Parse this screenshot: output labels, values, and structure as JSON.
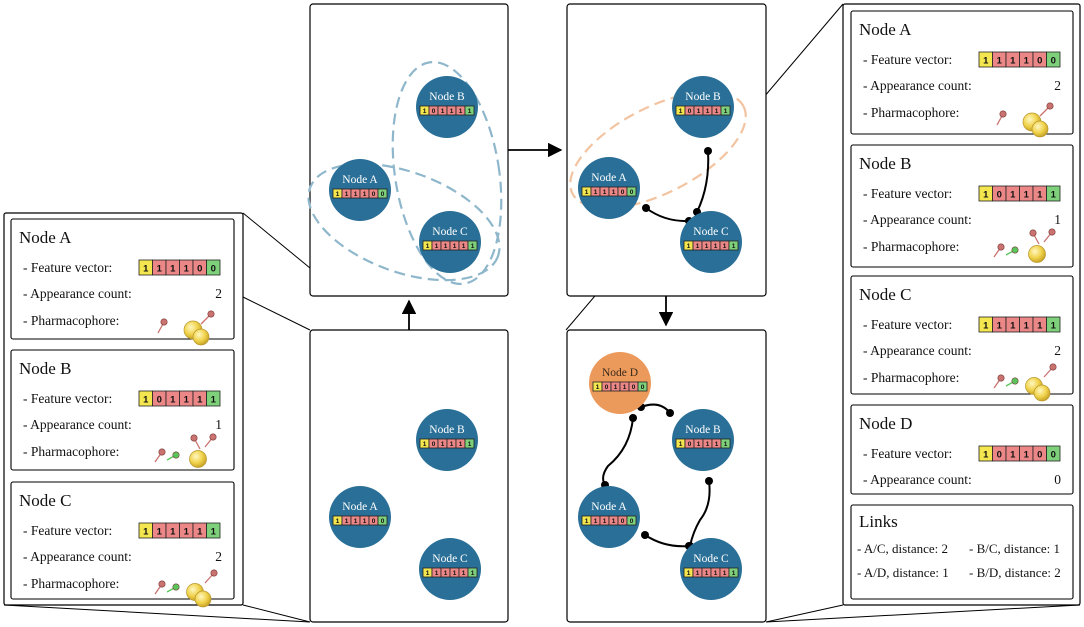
{
  "colors": {
    "node_fill": "#2a6f97",
    "node_d_fill": "#ec9a5c",
    "bit_yellow": "#f4e64e",
    "bit_red": "#ec8787",
    "bit_green": "#7ed17a",
    "cluster_blue": "#8fb7cc",
    "cluster_orange": "#f2c4a1",
    "pharm_red": "#c9726f",
    "pharm_green": "#59c55a",
    "pharm_sphere": "#f0d24a"
  },
  "labels": {
    "feature_vector": "- Feature vector:",
    "appearance_count": "- Appearance count:",
    "pharmacophore": "- Pharmacophore:",
    "links_title": "Links"
  },
  "nodes": {
    "A": {
      "name": "Node A",
      "bits": [
        1,
        1,
        1,
        1,
        0,
        0
      ],
      "count": "2"
    },
    "B": {
      "name": "Node B",
      "bits": [
        1,
        0,
        1,
        1,
        1,
        1
      ],
      "count": "1"
    },
    "C": {
      "name": "Node C",
      "bits": [
        1,
        1,
        1,
        1,
        1,
        1
      ],
      "count": "2"
    },
    "D": {
      "name": "Node D",
      "bits": [
        1,
        0,
        1,
        1,
        0,
        0
      ],
      "count": "0"
    }
  },
  "links": [
    "- A/C, distance: 2",
    "- B/C, distance: 1",
    "- A/D, distance: 1",
    "- B/D, distance: 2"
  ]
}
